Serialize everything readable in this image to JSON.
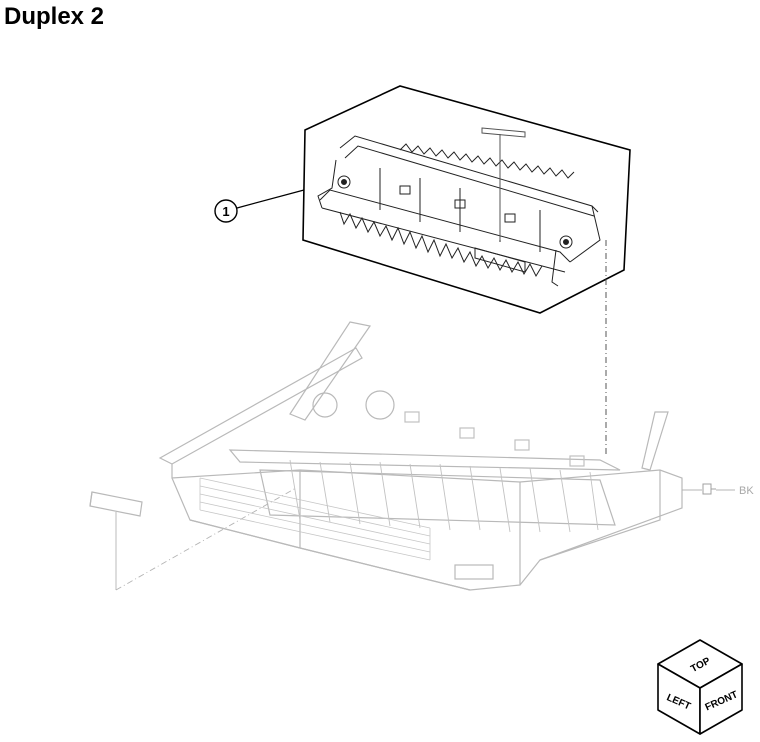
{
  "page": {
    "title": "Duplex 2"
  },
  "callouts": [
    {
      "label": "1"
    }
  ],
  "side_label": "BK",
  "orientation_cube": {
    "top": "TOP",
    "left": "LEFT",
    "front": "FRONT"
  },
  "colors": {
    "line": "#000000",
    "faded_line": "#b4b4b4",
    "background": "#ffffff"
  }
}
